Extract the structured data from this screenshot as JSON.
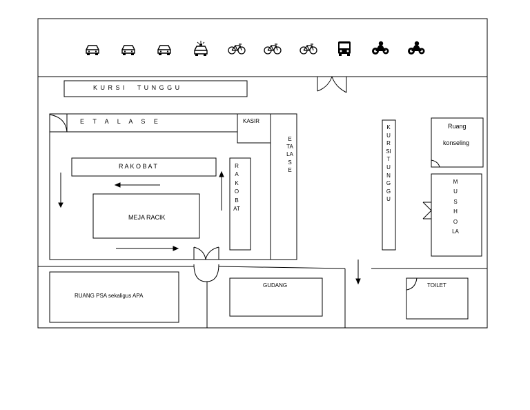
{
  "vehicles": [
    "car-icon",
    "car-icon",
    "car-icon",
    "police-car-icon",
    "bicycle-icon",
    "bicycle-icon",
    "bicycle-icon",
    "bus-icon",
    "motorcycle-icon",
    "motorcycle-icon"
  ],
  "labels": {
    "kursi_tunggu_top": "K U R S I     T U N G G U",
    "etalase_top": "E     T     A     L     A     S     E",
    "kasir": "KASIR",
    "rak_obat_horizontal": "R A K O B A T",
    "rak_obat_vertical": "RAK OBAT",
    "etalase_vertical": "ETALASE",
    "meja_racik": "MEJA RACIK",
    "kursi_tunggu_vertical": "KURSI TUNGGU",
    "ruang_konseling_line1": "Ruang",
    "ruang_konseling_line2": "konseling",
    "mushola": "MUSHOLA",
    "ruang_psa": "RUANG PSA sekaligus APA",
    "gudang": "GUDANG",
    "toilet": "TOILET"
  }
}
